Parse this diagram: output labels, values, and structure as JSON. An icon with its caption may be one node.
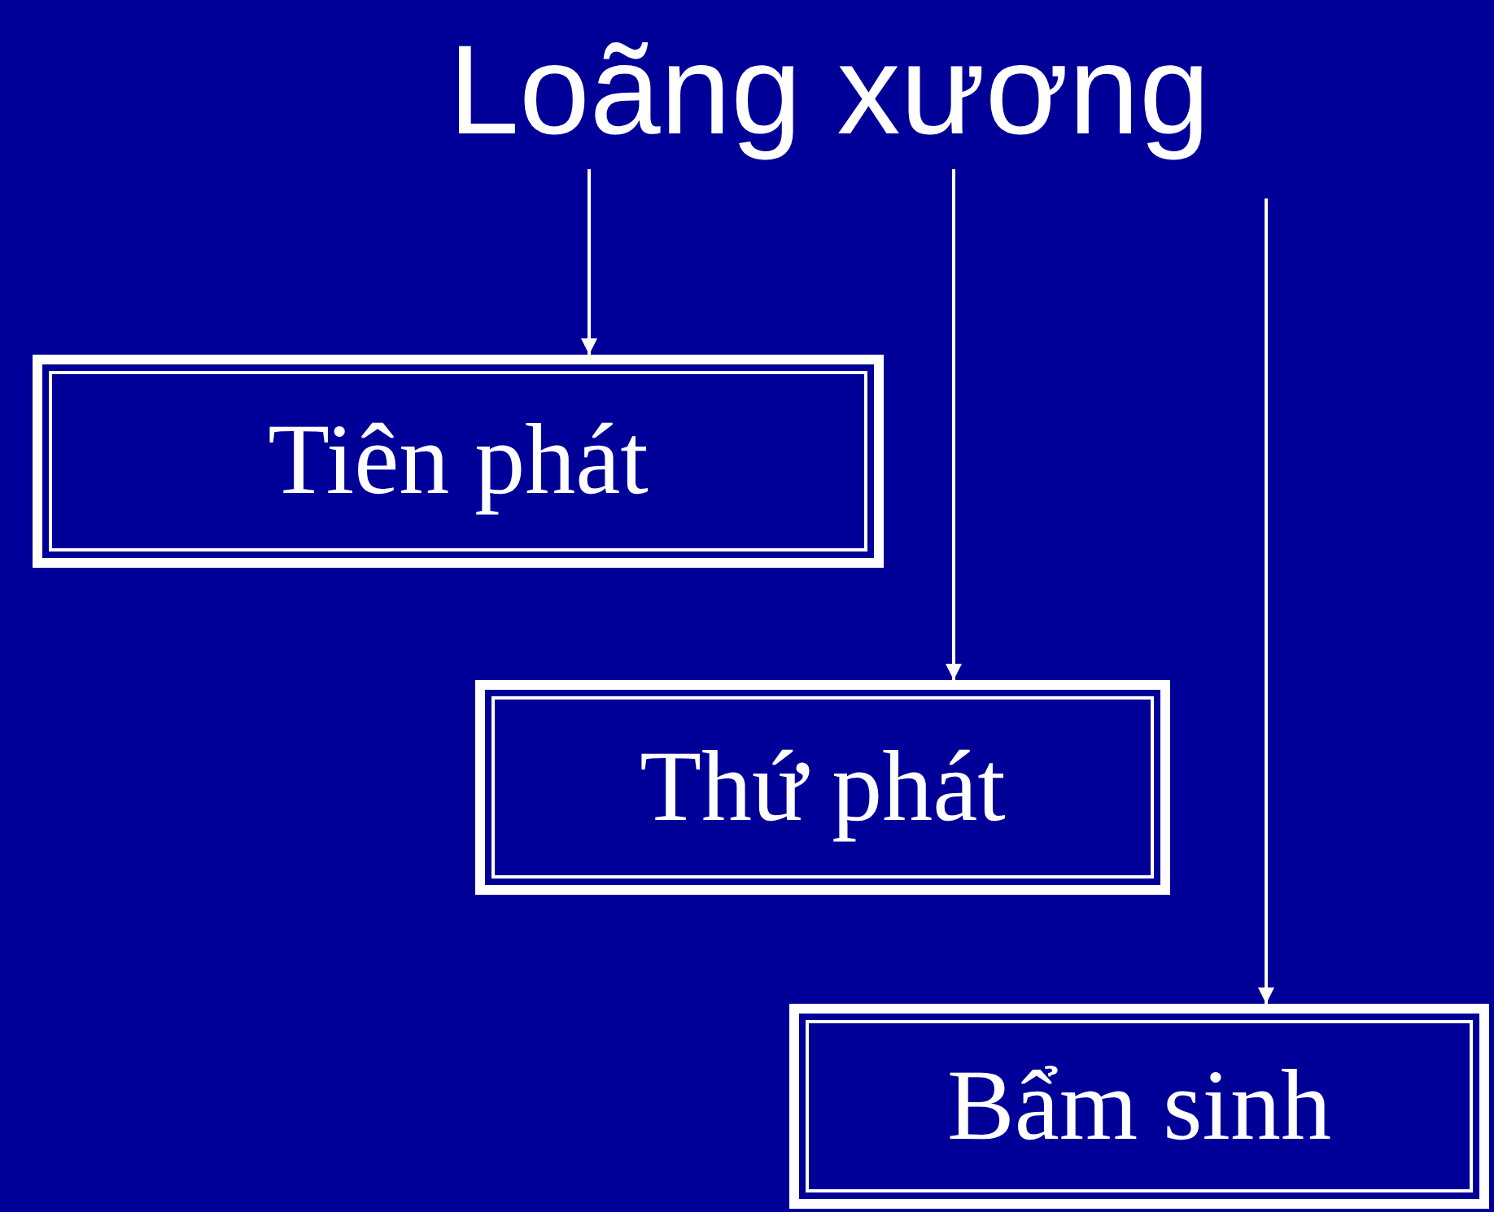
{
  "diagram": {
    "nodes": [
      {
        "text": [
          "Loãng xương"
        ]
      },
      {
        "text": [
          "Tiên phát"
        ]
      },
      {
        "text": [
          "Thứ phát"
        ]
      },
      {
        "text": [
          "Bẩm sinh"
        ]
      }
    ],
    "edges": [
      {
        "from": 0,
        "to": 1,
        "arrow": "to"
      },
      {
        "from": 0,
        "to": 2,
        "arrow": "to"
      },
      {
        "from": 0,
        "to": 3,
        "arrow": "to"
      }
    ]
  }
}
